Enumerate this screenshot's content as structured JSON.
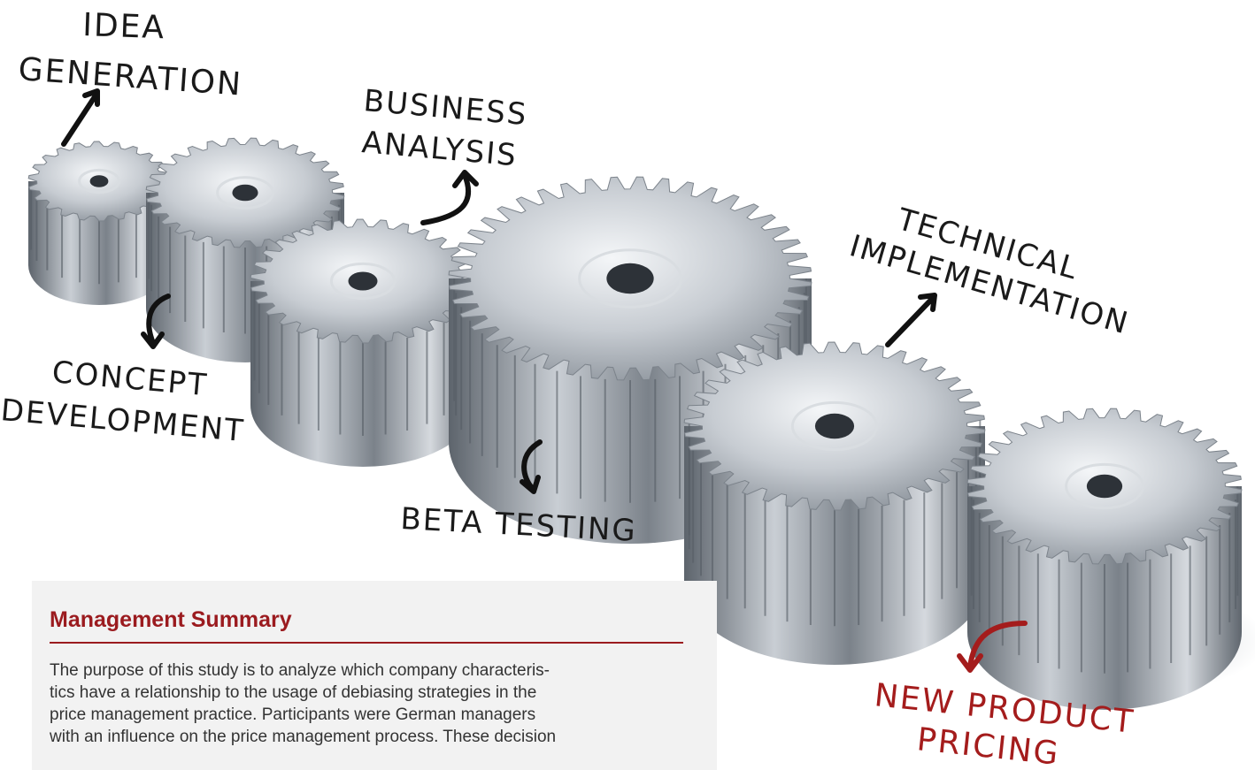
{
  "labels": {
    "idea_generation_1": "IDEA",
    "idea_generation_2": "GENERATION",
    "business_analysis_1": "BUSINESS",
    "business_analysis_2": "ANALYSIS",
    "technical_implementation_1": "TECHNICAL",
    "technical_implementation_2": "IMPLEMENTATION",
    "concept_development_1": "CONCEPT",
    "concept_development_2": "DEVELOPMENT",
    "beta_testing": "BETA TESTING",
    "new_product_pricing_1": "NEW PRODUCT",
    "new_product_pricing_2": "PRICING"
  },
  "summary": {
    "title": "Management Summary",
    "lines": [
      "The purpose of this study is to analyze which company characteris-",
      "tics have a relationship to the usage of debiasing strategies in the",
      "price management practice. Participants were German managers",
      "with an influence on the price management process. These decision"
    ]
  },
  "colors": {
    "accent_red": "#9b1b1f",
    "gear_metal": "#b8bec6",
    "panel_bg": "#f2f2f2"
  }
}
